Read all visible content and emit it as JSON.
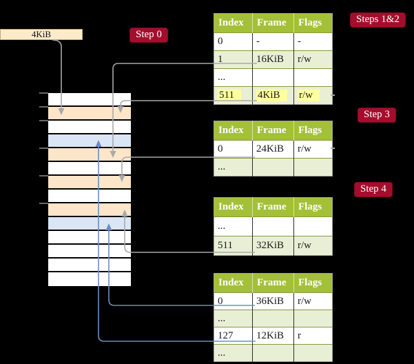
{
  "colors": {
    "background": "#000000",
    "table_header_green": "#a4c037",
    "table_row_tint": "#e9efd5",
    "label_red": "#a60d2d",
    "frame_peach": "#fde5c9",
    "frame_blue": "#dae6f6",
    "page_box_beige": "#fcebc9",
    "highlight_yellow": "#ffff9c",
    "connector_gray": "#a9a9a9",
    "connector_blue": "#6d8ebe"
  },
  "page_box": {
    "label": "4KiB"
  },
  "labels": {
    "step0": "Step 0",
    "steps12": "Steps 1&2",
    "step3": "Step 3",
    "step4": "Step 4"
  },
  "memory": {
    "cells": [
      {
        "tone": "white"
      },
      {
        "tone": "peach"
      },
      {
        "tone": "white"
      },
      {
        "tone": "blue"
      },
      {
        "tone": "peach"
      },
      {
        "tone": "white"
      },
      {
        "tone": "peach"
      },
      {
        "tone": "white"
      },
      {
        "tone": "peach"
      },
      {
        "tone": "blue"
      },
      {
        "tone": "white"
      },
      {
        "tone": "white"
      },
      {
        "tone": "white"
      },
      {
        "tone": "white"
      }
    ]
  },
  "tables": [
    {
      "label": "Steps 1&2",
      "headers": [
        "Index",
        "Frame",
        "Flags"
      ],
      "rows": [
        {
          "cells": [
            "0",
            "-",
            "-"
          ]
        },
        {
          "cells": [
            "1",
            "16KiB",
            "r/w"
          ]
        },
        {
          "cells": [
            "...",
            "",
            ""
          ]
        },
        {
          "cells": [
            "511",
            "4KiB",
            "r/w"
          ],
          "highlight": true
        }
      ]
    },
    {
      "label": "Step 3",
      "headers": [
        "Index",
        "Frame",
        "Flags"
      ],
      "rows": [
        {
          "cells": [
            "0",
            "24KiB",
            "r/w"
          ]
        },
        {
          "cells": [
            "...",
            "",
            ""
          ]
        }
      ]
    },
    {
      "label": "Step 4",
      "headers": [
        "Index",
        "Frame",
        "Flags"
      ],
      "rows": [
        {
          "cells": [
            "...",
            "",
            ""
          ]
        },
        {
          "cells": [
            "511",
            "32KiB",
            "r/w"
          ]
        }
      ]
    },
    {
      "label": "",
      "headers": [
        "Index",
        "Frame",
        "Flags"
      ],
      "rows": [
        {
          "cells": [
            "0",
            "36KiB",
            "r/w"
          ]
        },
        {
          "cells": [
            "...",
            "",
            ""
          ]
        },
        {
          "cells": [
            "127",
            "12KiB",
            "r"
          ]
        },
        {
          "cells": [
            "...",
            "",
            ""
          ]
        }
      ]
    }
  ]
}
